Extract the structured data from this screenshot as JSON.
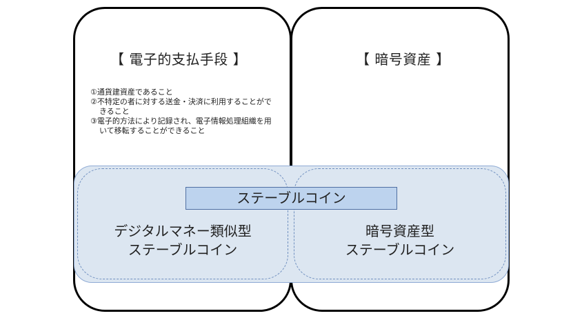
{
  "left_box": {
    "title": "【 電子的支払手段 】",
    "conditions": [
      "①通貨建資産であること",
      "②不特定の者に対する送金・決済に利用することができること",
      "③電子的方法により記録され、電子情報処理組織を用いて移転することができること"
    ]
  },
  "right_box": {
    "title": "【 暗号資産 】"
  },
  "overlap": {
    "stablecoin_label": "ステーブルコイン",
    "left_region": {
      "line1": "デジタルマネー類似型",
      "line2": "ステーブルコイン"
    },
    "right_region": {
      "line1": "暗号資産型",
      "line2": "ステーブルコイン"
    }
  }
}
